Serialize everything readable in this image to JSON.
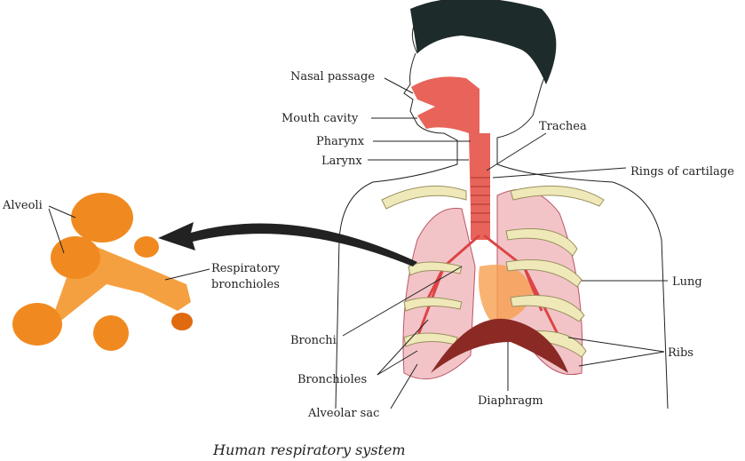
{
  "caption": "Human respiratory system",
  "labels": {
    "nasal_passage": "Nasal passage",
    "mouth_cavity": "Mouth cavity",
    "pharynx": "Pharynx",
    "larynx": "Larynx",
    "trachea": "Trachea",
    "rings_of_cartilage": "Rings of cartilage",
    "lung": "Lung",
    "ribs": "Ribs",
    "diaphragm": "Diaphragm",
    "alveolar_sac": "Alveolar sac",
    "bronchioles": "Bronchioles",
    "bronchi": "Bronchi",
    "alveoli": "Alveoli",
    "respiratory_bronchioles_1": "Respiratory",
    "respiratory_bronchioles_2": "bronchioles"
  },
  "colors": {
    "airway": "#e8645a",
    "lung": "#f2c4c8",
    "rib": "#efe8b8",
    "diaphragm": "#8b2a25",
    "alveoli": "#f08a20",
    "hair": "#1e2b2b"
  }
}
